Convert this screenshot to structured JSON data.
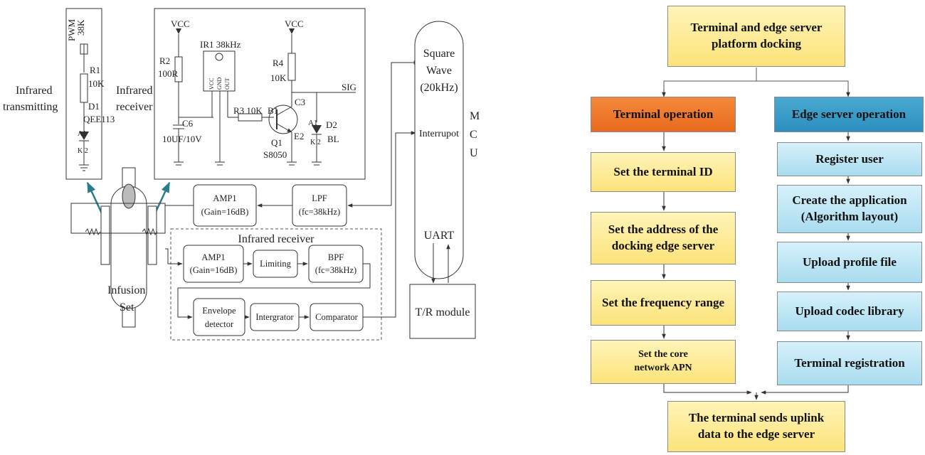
{
  "circuit": {
    "pwm": "PWM",
    "pwm_freq": "38K",
    "r1": "R1",
    "r1_val": "10K",
    "d1": "D1",
    "d1_part": "QEE113",
    "infrared_transmitting": [
      "Infrared",
      "transmitting"
    ],
    "infrared_receiver": [
      "Infrared",
      "receiver"
    ],
    "vcc": "VCC",
    "r2": "R2",
    "r2_val": "100R",
    "ir1": "IR1  38kHz",
    "pin_vcc": "VCC",
    "pin_gnd": "GND",
    "pin_out": "OUT",
    "c6": "C6",
    "c6_val": "10UF/10V",
    "r3": "R3 10K",
    "r4": "R4",
    "r4_val": "10K",
    "b1": "B1",
    "c3": "C3",
    "e2": "E2",
    "q1": "Q1",
    "q1_part": "S8050",
    "sig": "SIG",
    "d2": "D2",
    "d2_part": "BL",
    "a1": "A1",
    "k2": "K 2",
    "amp_top": [
      "AMP1",
      "(Gain=16dB)"
    ],
    "lpf": [
      "LPF",
      "(fc=38kHz)"
    ],
    "infusion_set": [
      "Infusion",
      "Set"
    ],
    "receiver_group": "Infrared receiver",
    "amp_inner": [
      "AMP1",
      "(Gain=16dB)"
    ],
    "limiting": "Limiting",
    "bpf": [
      "BPF",
      "(fc=38kHz)"
    ],
    "envelope": [
      "Envelope",
      "detector"
    ],
    "integrator": "Intergrator",
    "comparator": "Comparator",
    "square_wave": [
      "Square",
      "Wave",
      "(20kHz)"
    ],
    "interrupt": "Interrupot",
    "uart": "UART",
    "mcu": [
      "M",
      "C",
      "U"
    ],
    "tr_module": "T/R module"
  },
  "flowchart": {
    "top": "Terminal and edge server\nplatform docking",
    "terminal_header": "Terminal operation",
    "edge_header": "Edge server operation",
    "terminal_steps": [
      "Set the terminal ID",
      "Set the address of the\ndocking edge server",
      "Set the frequency range",
      "Set the core\nnetwork APN"
    ],
    "edge_steps": [
      "Register user",
      "Create the application\n(Algorithm layout)",
      "Upload profile file",
      "Upload codec library",
      "Terminal registration"
    ],
    "bottom": "The terminal sends uplink\ndata to the edge server",
    "colors": {
      "top_fill": "#fce37a",
      "terminal_header_fill": "#e86a1c",
      "edge_header_fill": "#2b8fbf",
      "terminal_step_fill": "#fce37a",
      "edge_step_fill": "#a9dcef"
    }
  }
}
